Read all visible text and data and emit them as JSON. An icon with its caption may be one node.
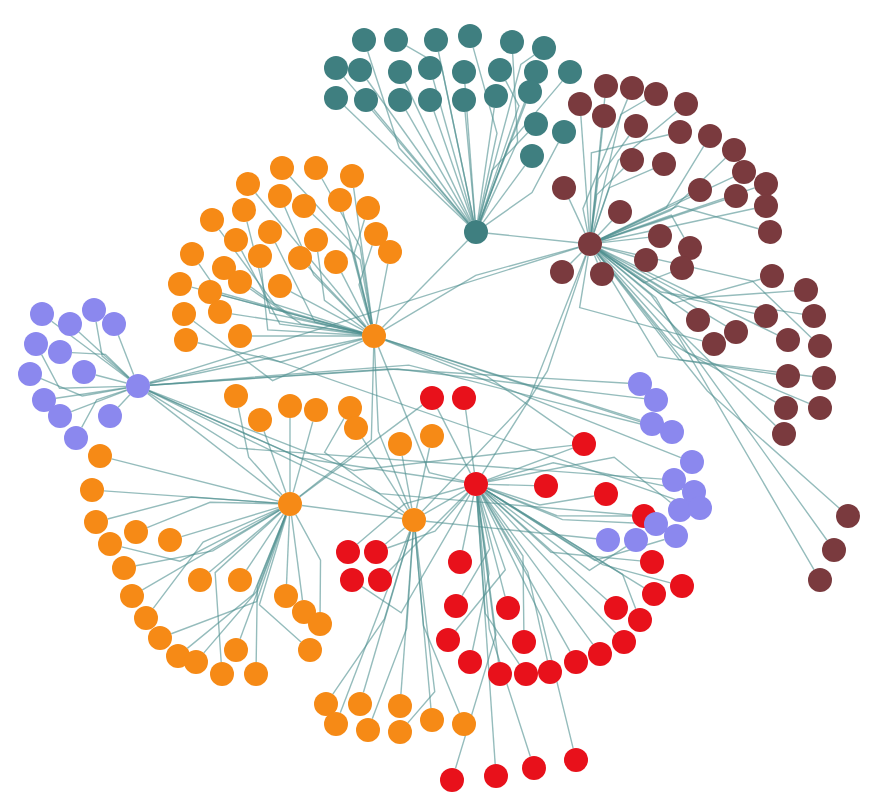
{
  "diagram": {
    "nodes": [
      {
        "text": [],
        "shape": "circle"
      },
      {
        "text": [],
        "shape": "circle"
      },
      {
        "text": [],
        "shape": "circle"
      },
      {
        "text": [],
        "shape": "circle"
      },
      {
        "text": [],
        "shape": "circle"
      },
      {
        "text": [],
        "shape": "circle"
      },
      {
        "text": [],
        "shape": "circle"
      },
      {
        "text": [],
        "shape": "circle"
      },
      {
        "text": [],
        "shape": "circle"
      },
      {
        "text": [],
        "shape": "circle"
      },
      {
        "text": [],
        "shape": "circle"
      },
      {
        "text": [],
        "shape": "circle"
      },
      {
        "text": [],
        "shape": "circle"
      },
      {
        "text": [],
        "shape": "circle"
      },
      {
        "text": [],
        "shape": "circle"
      },
      {
        "text": [],
        "shape": "circle"
      },
      {
        "text": [],
        "shape": "circle"
      },
      {
        "text": [],
        "shape": "circle"
      },
      {
        "text": [],
        "shape": "circle"
      },
      {
        "text": [],
        "shape": "circle"
      },
      {
        "text": [],
        "shape": "circle"
      },
      {
        "text": [],
        "shape": "circle"
      },
      {
        "text": [],
        "shape": "circle"
      },
      {
        "text": [],
        "shape": "circle"
      },
      {
        "text": [],
        "shape": "circle"
      },
      {
        "text": [],
        "shape": "circle"
      },
      {
        "text": [],
        "shape": "circle"
      },
      {
        "text": [],
        "shape": "circle"
      },
      {
        "text": [],
        "shape": "circle"
      },
      {
        "text": [],
        "shape": "circle"
      },
      {
        "text": [],
        "shape": "circle"
      },
      {
        "text": [],
        "shape": "circle"
      },
      {
        "text": [],
        "shape": "circle"
      },
      {
        "text": [],
        "shape": "circle"
      },
      {
        "text": [],
        "shape": "circle"
      },
      {
        "text": [],
        "shape": "circle"
      },
      {
        "text": [],
        "shape": "circle"
      },
      {
        "text": [],
        "shape": "circle"
      },
      {
        "text": [],
        "shape": "circle"
      },
      {
        "text": [],
        "shape": "circle"
      },
      {
        "text": [],
        "shape": "circle"
      },
      {
        "text": [],
        "shape": "circle"
      },
      {
        "text": [],
        "shape": "circle"
      },
      {
        "text": [],
        "shape": "circle"
      },
      {
        "text": [],
        "shape": "circle"
      },
      {
        "text": [],
        "shape": "circle"
      },
      {
        "text": [],
        "shape": "circle"
      },
      {
        "text": [],
        "shape": "circle"
      },
      {
        "text": [],
        "shape": "circle"
      },
      {
        "text": [],
        "shape": "circle"
      },
      {
        "text": [],
        "shape": "circle"
      },
      {
        "text": [],
        "shape": "circle"
      },
      {
        "text": [],
        "shape": "circle"
      },
      {
        "text": [],
        "shape": "circle"
      },
      {
        "text": [],
        "shape": "circle"
      },
      {
        "text": [],
        "shape": "circle"
      },
      {
        "text": [],
        "shape": "circle"
      },
      {
        "text": [],
        "shape": "circle"
      },
      {
        "text": [],
        "shape": "circle"
      },
      {
        "text": [],
        "shape": "circle"
      },
      {
        "text": [],
        "shape": "circle"
      },
      {
        "text": [],
        "shape": "circle"
      },
      {
        "text": [],
        "shape": "circle"
      },
      {
        "text": [],
        "shape": "circle"
      },
      {
        "text": [],
        "shape": "circle"
      },
      {
        "text": [],
        "shape": "circle"
      },
      {
        "text": [],
        "shape": "circle"
      },
      {
        "text": [],
        "shape": "circle"
      },
      {
        "text": [],
        "shape": "circle"
      },
      {
        "text": [],
        "shape": "circle"
      },
      {
        "text": [],
        "shape": "circle"
      },
      {
        "text": [],
        "shape": "circle"
      },
      {
        "text": [],
        "shape": "circle"
      },
      {
        "text": [],
        "shape": "circle"
      },
      {
        "text": [],
        "shape": "circle"
      },
      {
        "text": [],
        "shape": "circle"
      },
      {
        "text": [],
        "shape": "circle"
      },
      {
        "text": [],
        "shape": "circle"
      },
      {
        "text": [],
        "shape": "circle"
      },
      {
        "text": [],
        "shape": "circle"
      },
      {
        "text": [],
        "shape": "circle"
      },
      {
        "text": [],
        "shape": "circle"
      },
      {
        "text": [],
        "shape": "circle"
      },
      {
        "text": [],
        "shape": "circle"
      },
      {
        "text": [],
        "shape": "circle"
      },
      {
        "text": [],
        "shape": "circle"
      },
      {
        "text": [],
        "shape": "circle"
      },
      {
        "text": [],
        "shape": "circle"
      },
      {
        "text": [],
        "shape": "circle"
      },
      {
        "text": [],
        "shape": "circle"
      },
      {
        "text": [],
        "shape": "circle"
      },
      {
        "text": [],
        "shape": "circle"
      },
      {
        "text": [],
        "shape": "circle"
      },
      {
        "text": [],
        "shape": "circle"
      },
      {
        "text": [],
        "shape": "circle"
      },
      {
        "text": [],
        "shape": "circle"
      },
      {
        "text": [],
        "shape": "circle"
      },
      {
        "text": [],
        "shape": "circle"
      },
      {
        "text": [],
        "shape": "circle"
      },
      {
        "text": [],
        "shape": "circle"
      },
      {
        "text": [],
        "shape": "circle"
      },
      {
        "text": [],
        "shape": "circle"
      },
      {
        "text": [],
        "shape": "circle"
      },
      {
        "text": [],
        "shape": "circle"
      },
      {
        "text": [],
        "shape": "circle"
      },
      {
        "text": [],
        "shape": "circle"
      },
      {
        "text": [],
        "shape": "circle"
      },
      {
        "text": [],
        "shape": "circle"
      },
      {
        "text": [],
        "shape": "circle"
      },
      {
        "text": [],
        "shape": "circle"
      },
      {
        "text": [],
        "shape": "circle"
      },
      {
        "text": [],
        "shape": "circle"
      },
      {
        "text": [],
        "shape": "circle"
      },
      {
        "text": [],
        "shape": "circle"
      },
      {
        "text": [],
        "shape": "circle"
      },
      {
        "text": [],
        "shape": "circle"
      },
      {
        "text": [],
        "shape": "circle"
      },
      {
        "text": [],
        "shape": "circle"
      },
      {
        "text": [],
        "shape": "circle"
      },
      {
        "text": [],
        "shape": "circle"
      },
      {
        "text": [],
        "shape": "circle"
      },
      {
        "text": [],
        "shape": "circle"
      },
      {
        "text": [],
        "shape": "circle"
      },
      {
        "text": [],
        "shape": "circle"
      },
      {
        "text": [],
        "shape": "circle"
      },
      {
        "text": [],
        "shape": "circle"
      },
      {
        "text": [],
        "shape": "circle"
      },
      {
        "text": [],
        "shape": "circle"
      },
      {
        "text": [],
        "shape": "circle"
      },
      {
        "text": [],
        "shape": "circle"
      },
      {
        "text": [],
        "shape": "circle"
      },
      {
        "text": [],
        "shape": "circle"
      },
      {
        "text": [],
        "shape": "circle"
      },
      {
        "text": [],
        "shape": "circle"
      },
      {
        "text": [],
        "shape": "circle"
      },
      {
        "text": [],
        "shape": "circle"
      },
      {
        "text": [],
        "shape": "circle"
      },
      {
        "text": [],
        "shape": "circle"
      },
      {
        "text": [],
        "shape": "circle"
      },
      {
        "text": [],
        "shape": "circle"
      },
      {
        "text": [],
        "shape": "circle"
      },
      {
        "text": [],
        "shape": "circle"
      },
      {
        "text": [],
        "shape": "circle"
      },
      {
        "text": [],
        "shape": "circle"
      },
      {
        "text": [],
        "shape": "circle"
      },
      {
        "text": [],
        "shape": "circle"
      },
      {
        "text": [],
        "shape": "circle"
      },
      {
        "text": [],
        "shape": "circle"
      },
      {
        "text": [],
        "shape": "circle"
      },
      {
        "text": [],
        "shape": "circle"
      },
      {
        "text": [],
        "shape": "circle"
      },
      {
        "text": [],
        "shape": "circle"
      },
      {
        "text": [],
        "shape": "circle"
      },
      {
        "text": [],
        "shape": "circle"
      },
      {
        "text": [],
        "shape": "circle"
      },
      {
        "text": [],
        "shape": "circle"
      },
      {
        "text": [],
        "shape": "circle"
      },
      {
        "text": [],
        "shape": "circle"
      },
      {
        "text": [],
        "shape": "circle"
      },
      {
        "text": [],
        "shape": "circle"
      },
      {
        "text": [],
        "shape": "circle"
      },
      {
        "text": [],
        "shape": "circle"
      },
      {
        "text": [],
        "shape": "circle"
      },
      {
        "text": [],
        "shape": "circle"
      },
      {
        "text": [],
        "shape": "circle"
      },
      {
        "text": [],
        "shape": "circle"
      },
      {
        "text": [],
        "shape": "circle"
      },
      {
        "text": [],
        "shape": "circle"
      },
      {
        "text": [],
        "shape": "circle"
      },
      {
        "text": [],
        "shape": "circle"
      },
      {
        "text": [],
        "shape": "circle"
      },
      {
        "text": [],
        "shape": "circle"
      },
      {
        "text": [],
        "shape": "circle"
      },
      {
        "text": [],
        "shape": "circle"
      },
      {
        "text": [],
        "shape": "circle"
      },
      {
        "text": [],
        "shape": "circle"
      },
      {
        "text": [],
        "shape": "circle"
      },
      {
        "text": [],
        "shape": "circle"
      },
      {
        "text": [],
        "shape": "circle"
      },
      {
        "text": [],
        "shape": "circle"
      },
      {
        "text": [],
        "shape": "circle"
      },
      {
        "text": [],
        "shape": "circle"
      },
      {
        "text": [],
        "shape": "circle"
      },
      {
        "text": [],
        "shape": "circle"
      },
      {
        "text": [],
        "shape": "circle"
      },
      {
        "text": [],
        "shape": "circle"
      },
      {
        "text": [],
        "shape": "circle"
      },
      {
        "text": [],
        "shape": "circle"
      },
      {
        "text": [],
        "shape": "circle"
      },
      {
        "text": [],
        "shape": "circle"
      },
      {
        "text": [],
        "shape": "circle"
      },
      {
        "text": [],
        "shape": "circle"
      },
      {
        "text": [],
        "shape": "circle"
      },
      {
        "text": [],
        "shape": "circle"
      },
      {
        "text": [],
        "shape": "circle"
      }
    ],
    "edges": [
      {
        "from": 1,
        "to": 0,
        "arrow": "none"
      },
      {
        "from": 2,
        "to": 0,
        "arrow": "none"
      },
      {
        "from": 3,
        "to": 0,
        "arrow": "none"
      },
      {
        "from": 4,
        "to": 0,
        "arrow": "none"
      },
      {
        "from": 5,
        "to": 0,
        "arrow": "none"
      },
      {
        "from": 6,
        "to": 0,
        "arrow": "none"
      },
      {
        "from": 7,
        "to": 0,
        "arrow": "none"
      },
      {
        "from": 8,
        "to": 0,
        "arrow": "none"
      },
      {
        "from": 9,
        "to": 0,
        "arrow": "none"
      },
      {
        "from": 10,
        "to": 0,
        "arrow": "none"
      },
      {
        "from": 11,
        "to": 0,
        "arrow": "none"
      },
      {
        "from": 12,
        "to": 0,
        "arrow": "none"
      },
      {
        "from": 13,
        "to": 0,
        "arrow": "none"
      },
      {
        "from": 14,
        "to": 0,
        "arrow": "none"
      },
      {
        "from": 15,
        "to": 0,
        "arrow": "none"
      },
      {
        "from": 16,
        "to": 0,
        "arrow": "none"
      },
      {
        "from": 17,
        "to": 0,
        "arrow": "none"
      },
      {
        "from": 18,
        "to": 0,
        "arrow": "none"
      },
      {
        "from": 19,
        "to": 0,
        "arrow": "none"
      },
      {
        "from": 20,
        "to": 0,
        "arrow": "none"
      },
      {
        "from": 21,
        "to": 0,
        "arrow": "none"
      },
      {
        "from": 22,
        "to": 0,
        "arrow": "none"
      },
      {
        "from": 23,
        "to": 0,
        "arrow": "none"
      },
      {
        "from": 24,
        "to": 0,
        "arrow": "none"
      },
      {
        "from": 26,
        "to": 25,
        "arrow": "none"
      },
      {
        "from": 27,
        "to": 25,
        "arrow": "none"
      },
      {
        "from": 28,
        "to": 25,
        "arrow": "none"
      },
      {
        "from": 29,
        "to": 25,
        "arrow": "none"
      },
      {
        "from": 30,
        "to": 25,
        "arrow": "none"
      },
      {
        "from": 31,
        "to": 25,
        "arrow": "none"
      },
      {
        "from": 32,
        "to": 25,
        "arrow": "none"
      },
      {
        "from": 33,
        "to": 25,
        "arrow": "none"
      },
      {
        "from": 34,
        "to": 25,
        "arrow": "none"
      },
      {
        "from": 35,
        "to": 25,
        "arrow": "none"
      },
      {
        "from": 36,
        "to": 25,
        "arrow": "none"
      },
      {
        "from": 37,
        "to": 25,
        "arrow": "none"
      },
      {
        "from": 38,
        "to": 25,
        "arrow": "none"
      },
      {
        "from": 39,
        "to": 25,
        "arrow": "none"
      },
      {
        "from": 40,
        "to": 25,
        "arrow": "none"
      },
      {
        "from": 41,
        "to": 25,
        "arrow": "none"
      },
      {
        "from": 42,
        "to": 25,
        "arrow": "none"
      },
      {
        "from": 43,
        "to": 25,
        "arrow": "none"
      },
      {
        "from": 44,
        "to": 25,
        "arrow": "none"
      },
      {
        "from": 45,
        "to": 25,
        "arrow": "none"
      },
      {
        "from": 46,
        "to": 25,
        "arrow": "none"
      },
      {
        "from": 47,
        "to": 25,
        "arrow": "none"
      },
      {
        "from": 48,
        "to": 25,
        "arrow": "none"
      },
      {
        "from": 49,
        "to": 25,
        "arrow": "none"
      },
      {
        "from": 50,
        "to": 25,
        "arrow": "none"
      },
      {
        "from": 51,
        "to": 25,
        "arrow": "none"
      },
      {
        "from": 52,
        "to": 25,
        "arrow": "none"
      },
      {
        "from": 53,
        "to": 25,
        "arrow": "none"
      },
      {
        "from": 54,
        "to": 25,
        "arrow": "none"
      },
      {
        "from": 55,
        "to": 25,
        "arrow": "none"
      },
      {
        "from": 56,
        "to": 25,
        "arrow": "none"
      },
      {
        "from": 57,
        "to": 25,
        "arrow": "none"
      },
      {
        "from": 58,
        "to": 25,
        "arrow": "none"
      },
      {
        "from": 59,
        "to": 25,
        "arrow": "none"
      },
      {
        "from": 60,
        "to": 25,
        "arrow": "none"
      },
      {
        "from": 61,
        "to": 25,
        "arrow": "none"
      },
      {
        "from": 62,
        "to": 25,
        "arrow": "none"
      },
      {
        "from": 63,
        "to": 25,
        "arrow": "none"
      },
      {
        "from": 64,
        "to": 25,
        "arrow": "none"
      },
      {
        "from": 65,
        "to": 25,
        "arrow": "none"
      },
      {
        "from": 66,
        "to": 25,
        "arrow": "none"
      },
      {
        "from": 67,
        "to": 25,
        "arrow": "none"
      },
      {
        "from": 68,
        "to": 25,
        "arrow": "none"
      },
      {
        "from": 70,
        "to": 69,
        "arrow": "none"
      },
      {
        "from": 71,
        "to": 69,
        "arrow": "none"
      },
      {
        "from": 72,
        "to": 69,
        "arrow": "none"
      },
      {
        "from": 73,
        "to": 69,
        "arrow": "none"
      },
      {
        "from": 74,
        "to": 69,
        "arrow": "none"
      },
      {
        "from": 75,
        "to": 69,
        "arrow": "none"
      },
      {
        "from": 76,
        "to": 69,
        "arrow": "none"
      },
      {
        "from": 77,
        "to": 69,
        "arrow": "none"
      },
      {
        "from": 78,
        "to": 69,
        "arrow": "none"
      },
      {
        "from": 79,
        "to": 69,
        "arrow": "none"
      },
      {
        "from": 80,
        "to": 69,
        "arrow": "none"
      },
      {
        "from": 81,
        "to": 69,
        "arrow": "none"
      },
      {
        "from": 82,
        "to": 69,
        "arrow": "none"
      },
      {
        "from": 83,
        "to": 69,
        "arrow": "none"
      },
      {
        "from": 84,
        "to": 69,
        "arrow": "none"
      },
      {
        "from": 85,
        "to": 69,
        "arrow": "none"
      },
      {
        "from": 86,
        "to": 69,
        "arrow": "none"
      },
      {
        "from": 87,
        "to": 69,
        "arrow": "none"
      },
      {
        "from": 88,
        "to": 69,
        "arrow": "none"
      },
      {
        "from": 89,
        "to": 69,
        "arrow": "none"
      },
      {
        "from": 90,
        "to": 69,
        "arrow": "none"
      },
      {
        "from": 91,
        "to": 69,
        "arrow": "none"
      },
      {
        "from": 92,
        "to": 69,
        "arrow": "none"
      },
      {
        "from": 93,
        "to": 69,
        "arrow": "none"
      },
      {
        "from": 94,
        "to": 69,
        "arrow": "none"
      },
      {
        "from": 95,
        "to": 69,
        "arrow": "none"
      },
      {
        "from": 96,
        "to": 69,
        "arrow": "none"
      },
      {
        "from": 97,
        "to": 69,
        "arrow": "none"
      },
      {
        "from": 99,
        "to": 98,
        "arrow": "none"
      },
      {
        "from": 100,
        "to": 98,
        "arrow": "none"
      },
      {
        "from": 101,
        "to": 98,
        "arrow": "none"
      },
      {
        "from": 102,
        "to": 98,
        "arrow": "none"
      },
      {
        "from": 103,
        "to": 98,
        "arrow": "none"
      },
      {
        "from": 104,
        "to": 98,
        "arrow": "none"
      },
      {
        "from": 105,
        "to": 98,
        "arrow": "none"
      },
      {
        "from": 106,
        "to": 98,
        "arrow": "none"
      },
      {
        "from": 107,
        "to": 98,
        "arrow": "none"
      },
      {
        "from": 108,
        "to": 98,
        "arrow": "none"
      },
      {
        "from": 109,
        "to": 98,
        "arrow": "none"
      },
      {
        "from": 110,
        "to": 98,
        "arrow": "none"
      },
      {
        "from": 112,
        "to": 111,
        "arrow": "none"
      },
      {
        "from": 113,
        "to": 111,
        "arrow": "none"
      },
      {
        "from": 114,
        "to": 111,
        "arrow": "none"
      },
      {
        "from": 115,
        "to": 111,
        "arrow": "none"
      },
      {
        "from": 116,
        "to": 111,
        "arrow": "none"
      },
      {
        "from": 117,
        "to": 111,
        "arrow": "none"
      },
      {
        "from": 118,
        "to": 111,
        "arrow": "none"
      },
      {
        "from": 119,
        "to": 111,
        "arrow": "none"
      },
      {
        "from": 120,
        "to": 111,
        "arrow": "none"
      },
      {
        "from": 121,
        "to": 111,
        "arrow": "none"
      },
      {
        "from": 122,
        "to": 111,
        "arrow": "none"
      },
      {
        "from": 123,
        "to": 111,
        "arrow": "none"
      },
      {
        "from": 124,
        "to": 111,
        "arrow": "none"
      },
      {
        "from": 125,
        "to": 111,
        "arrow": "none"
      },
      {
        "from": 126,
        "to": 111,
        "arrow": "none"
      },
      {
        "from": 127,
        "to": 111,
        "arrow": "none"
      },
      {
        "from": 128,
        "to": 111,
        "arrow": "none"
      },
      {
        "from": 129,
        "to": 111,
        "arrow": "none"
      },
      {
        "from": 130,
        "to": 111,
        "arrow": "none"
      },
      {
        "from": 131,
        "to": 111,
        "arrow": "none"
      },
      {
        "from": 132,
        "to": 111,
        "arrow": "none"
      },
      {
        "from": 133,
        "to": 111,
        "arrow": "none"
      },
      {
        "from": 134,
        "to": 111,
        "arrow": "none"
      },
      {
        "from": 135,
        "to": 111,
        "arrow": "none"
      },
      {
        "from": 136,
        "to": 111,
        "arrow": "none"
      },
      {
        "from": 138,
        "to": 137,
        "arrow": "none"
      },
      {
        "from": 139,
        "to": 137,
        "arrow": "none"
      },
      {
        "from": 140,
        "to": 137,
        "arrow": "none"
      },
      {
        "from": 141,
        "to": 137,
        "arrow": "none"
      },
      {
        "from": 142,
        "to": 137,
        "arrow": "none"
      },
      {
        "from": 143,
        "to": 137,
        "arrow": "none"
      },
      {
        "from": 144,
        "to": 137,
        "arrow": "none"
      },
      {
        "from": 145,
        "to": 137,
        "arrow": "none"
      },
      {
        "from": 146,
        "to": 137,
        "arrow": "none"
      },
      {
        "from": 147,
        "to": 137,
        "arrow": "none"
      },
      {
        "from": 148,
        "to": 137,
        "arrow": "none"
      },
      {
        "from": 149,
        "to": 137,
        "arrow": "none"
      },
      {
        "from": 151,
        "to": 150,
        "arrow": "none"
      },
      {
        "from": 152,
        "to": 150,
        "arrow": "none"
      },
      {
        "from": 153,
        "to": 150,
        "arrow": "none"
      },
      {
        "from": 154,
        "to": 150,
        "arrow": "none"
      },
      {
        "from": 155,
        "to": 150,
        "arrow": "none"
      },
      {
        "from": 156,
        "to": 150,
        "arrow": "none"
      },
      {
        "from": 157,
        "to": 150,
        "arrow": "none"
      },
      {
        "from": 158,
        "to": 150,
        "arrow": "none"
      },
      {
        "from": 159,
        "to": 150,
        "arrow": "none"
      },
      {
        "from": 160,
        "to": 150,
        "arrow": "none"
      },
      {
        "from": 161,
        "to": 150,
        "arrow": "none"
      },
      {
        "from": 162,
        "to": 150,
        "arrow": "none"
      },
      {
        "from": 163,
        "to": 150,
        "arrow": "none"
      },
      {
        "from": 164,
        "to": 150,
        "arrow": "none"
      },
      {
        "from": 165,
        "to": 150,
        "arrow": "none"
      },
      {
        "from": 166,
        "to": 150,
        "arrow": "none"
      },
      {
        "from": 167,
        "to": 150,
        "arrow": "none"
      },
      {
        "from": 168,
        "to": 150,
        "arrow": "none"
      },
      {
        "from": 169,
        "to": 150,
        "arrow": "none"
      },
      {
        "from": 170,
        "to": 150,
        "arrow": "none"
      },
      {
        "from": 171,
        "to": 150,
        "arrow": "none"
      },
      {
        "from": 172,
        "to": 150,
        "arrow": "none"
      },
      {
        "from": 173,
        "to": 150,
        "arrow": "none"
      },
      {
        "from": 174,
        "to": 150,
        "arrow": "none"
      },
      {
        "from": 175,
        "to": 150,
        "arrow": "none"
      },
      {
        "from": 176,
        "to": 150,
        "arrow": "none"
      },
      {
        "from": 177,
        "to": 150,
        "arrow": "none"
      },
      {
        "from": 178,
        "to": 150,
        "arrow": "none"
      },
      {
        "from": 179,
        "to": 150,
        "arrow": "none"
      },
      {
        "from": 180,
        "to": 150,
        "arrow": "none"
      },
      {
        "from": 181,
        "to": 150,
        "arrow": "none"
      },
      {
        "from": 182,
        "to": 98,
        "arrow": "none"
      },
      {
        "from": 183,
        "to": 98,
        "arrow": "none"
      },
      {
        "from": 184,
        "to": 98,
        "arrow": "none"
      },
      {
        "from": 185,
        "to": 69,
        "arrow": "none"
      },
      {
        "from": 186,
        "to": 69,
        "arrow": "none"
      },
      {
        "from": 187,
        "to": 98,
        "arrow": "none"
      },
      {
        "from": 188,
        "to": 150,
        "arrow": "none"
      },
      {
        "from": 189,
        "to": 150,
        "arrow": "none"
      },
      {
        "from": 190,
        "to": 150,
        "arrow": "none"
      },
      {
        "from": 191,
        "to": 137,
        "arrow": "none"
      },
      {
        "from": 192,
        "to": 150,
        "arrow": "none"
      },
      {
        "from": 193,
        "to": 150,
        "arrow": "none"
      },
      {
        "from": 194,
        "to": 98,
        "arrow": "none"
      },
      {
        "from": 0,
        "to": 69,
        "arrow": "none"
      },
      {
        "from": 0,
        "to": 25,
        "arrow": "none"
      },
      {
        "from": 25,
        "to": 69,
        "arrow": "none"
      },
      {
        "from": 69,
        "to": 98,
        "arrow": "none"
      },
      {
        "from": 69,
        "to": 111,
        "arrow": "none"
      },
      {
        "from": 69,
        "to": 137,
        "arrow": "none"
      },
      {
        "from": 69,
        "to": 150,
        "arrow": "none"
      },
      {
        "from": 98,
        "to": 111,
        "arrow": "none"
      },
      {
        "from": 98,
        "to": 150,
        "arrow": "none"
      },
      {
        "from": 111,
        "to": 137,
        "arrow": "none"
      },
      {
        "from": 137,
        "to": 150,
        "arrow": "none"
      },
      {
        "from": 25,
        "to": 150,
        "arrow": "none"
      },
      {
        "from": 98,
        "to": 137,
        "arrow": "none"
      },
      {
        "from": 98,
        "to": 153,
        "arrow": "none"
      },
      {
        "from": 98,
        "to": 156,
        "arrow": "none"
      },
      {
        "from": 69,
        "to": 153,
        "arrow": "none"
      },
      {
        "from": 69,
        "to": 184,
        "arrow": "none"
      },
      {
        "from": 111,
        "to": 151,
        "arrow": "none"
      },
      {
        "from": 137,
        "to": 158,
        "arrow": "none"
      },
      {
        "from": 25,
        "to": 137,
        "arrow": "none"
      },
      {
        "from": 98,
        "to": 25,
        "arrow": "none"
      }
    ]
  }
}
